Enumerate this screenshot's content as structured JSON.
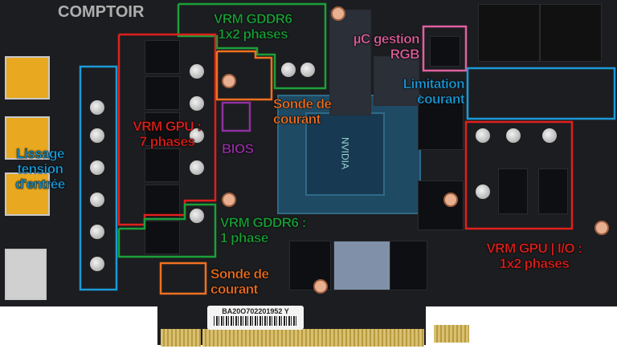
{
  "watermark": "COMPTOIR",
  "serial_label": "BA20O702201952 Y",
  "annotations": [
    {
      "id": "vrm-gddr6-top",
      "text": [
        "VRM GDDR6",
        "1x2 phases"
      ],
      "color": "#1aa03a"
    },
    {
      "id": "uc-rgb",
      "text": [
        "µC gestion",
        "RGB"
      ],
      "color": "#e060a0"
    },
    {
      "id": "limitation",
      "text": [
        "Limitation",
        "courant"
      ],
      "color": "#1a9ad8"
    },
    {
      "id": "sonde-top",
      "text": [
        "Sonde de",
        "courant"
      ],
      "color": "#f07020"
    },
    {
      "id": "vrm-gpu",
      "text": [
        "VRM GPU :",
        "7 phases"
      ],
      "color": "#e0201c"
    },
    {
      "id": "bios",
      "text": [
        "BIOS"
      ],
      "color": "#9030a0"
    },
    {
      "id": "lissage",
      "text": [
        "Lissage",
        "tension",
        "d'entrée"
      ],
      "color": "#1a9ad8"
    },
    {
      "id": "vrm-gddr6-bottom",
      "text": [
        "VRM GDDR6 :",
        "1 phase"
      ],
      "color": "#1aa03a"
    },
    {
      "id": "vrm-io",
      "text": [
        "VRM GPU | I/O :",
        "1x2 phases"
      ],
      "color": "#e0201c"
    },
    {
      "id": "sonde-bottom",
      "text": [
        "Sonde de",
        "courant"
      ],
      "color": "#f07020"
    }
  ],
  "chip_marking": "NVIDIA"
}
